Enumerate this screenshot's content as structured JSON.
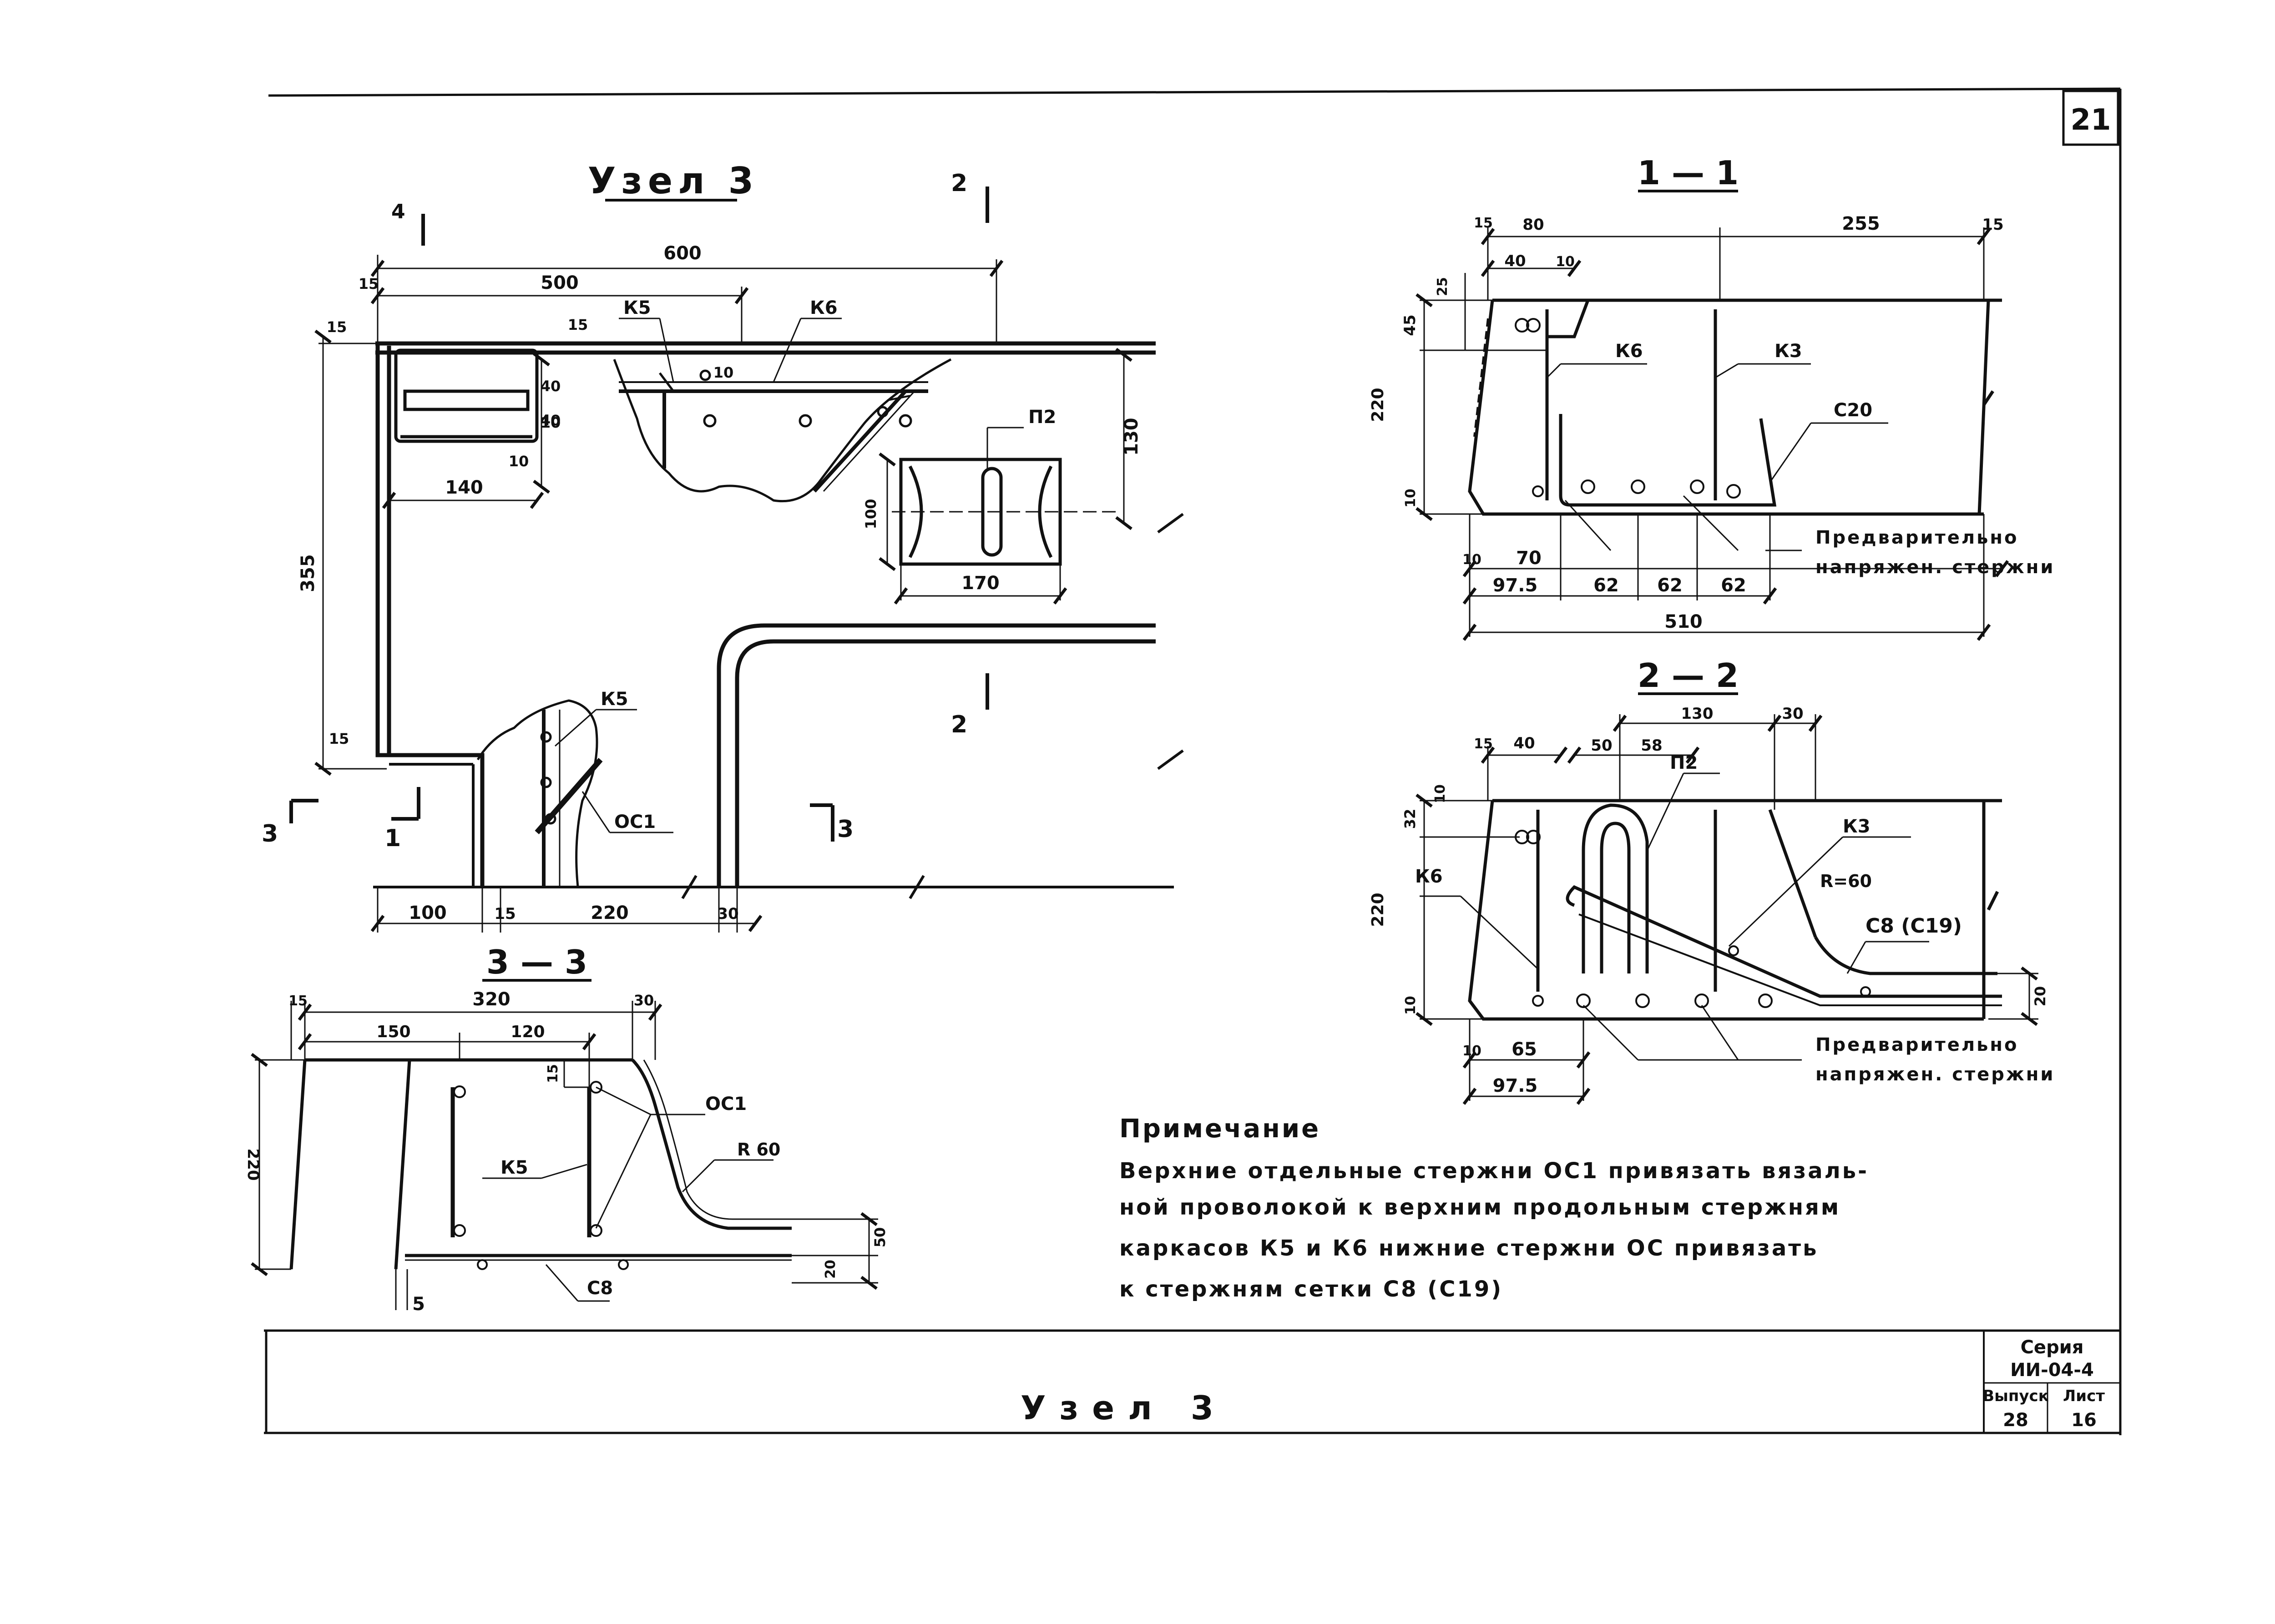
{
  "sheet": {
    "number": "21",
    "title_block": {
      "title": "Узел 3",
      "series_label": "Серия",
      "series_value": "ИИ-04-4",
      "issue_label": "Выпуск",
      "issue_value": "28",
      "sheet_label": "Лист",
      "sheet_value": "16"
    }
  },
  "plan": {
    "title": "Узел 3",
    "section_marks": {
      "s1": "1",
      "s2_top": "2",
      "s2_bottom": "2",
      "s3_left": "3",
      "s3_right": "3",
      "s4": "4"
    },
    "dims": {
      "d600": "600",
      "d500": "500",
      "d15_top": "15",
      "d15_left": "15",
      "d15_mid": "15",
      "d40a": "40",
      "d40b": "40",
      "d10a": "10",
      "d10b": "10",
      "d10c": "10",
      "d140": "140",
      "d355": "355",
      "d15_bot": "15",
      "d130": "130",
      "d100_p": "100",
      "d170": "170",
      "b100": "100",
      "b15": "15",
      "b220": "220",
      "b30": "30"
    },
    "labels": {
      "k5_top": "К5",
      "k6_top": "К6",
      "p2": "П2",
      "k5_bot": "К5",
      "oc1": "ОС1"
    }
  },
  "sec11": {
    "title": "1 — 1",
    "dims": {
      "t15": "15",
      "t80": "80",
      "t255": "255",
      "t15r": "15",
      "t40": "40",
      "t10": "10",
      "l25": "25",
      "l45": "45",
      "l220": "220",
      "l10": "10",
      "b10": "10",
      "b70": "70",
      "b975": "97.5",
      "b62a": "62",
      "b62b": "62",
      "b62c": "62",
      "b510": "510"
    },
    "labels": {
      "k6": "К6",
      "k3": "К3",
      "c20": "С20",
      "pre1": "Предварительно",
      "pre2": "напряжен. стержни"
    }
  },
  "sec22": {
    "title": "2 — 2",
    "dims": {
      "t15": "15",
      "t40": "40",
      "t50": "50",
      "t58": "58",
      "t130": "130",
      "t30": "30",
      "l10": "10",
      "l32": "32",
      "l220": "220",
      "l10b": "10",
      "r20": "20",
      "b10": "10",
      "b65": "65",
      "b975": "97.5"
    },
    "labels": {
      "p2": "П2",
      "k3": "К3",
      "r60": "R=60",
      "c8": "С8 (С19)",
      "k6": "К6",
      "pre1": "Предварительно",
      "pre2": "напряжен. стержни"
    }
  },
  "sec33": {
    "title": "3 — 3",
    "dims": {
      "t15": "15",
      "t320": "320",
      "t30": "30",
      "t150": "150",
      "t120": "120",
      "l220": "220",
      "m15": "15",
      "r50": "50",
      "r20": "20",
      "b5": "5"
    },
    "labels": {
      "oc1": "ОС1",
      "k5": "К5",
      "r60": "R 60",
      "c8": "С8"
    }
  },
  "note": {
    "heading": "Примечание",
    "lines": [
      "Верхние отдельные стержни ОС1 привязать вязаль-",
      "ной проволокой к верхним продольным стержням",
      "каркасов К5 и К6 нижние стержни ОС привязать",
      "к стержням сетки С8 (С19)"
    ]
  }
}
